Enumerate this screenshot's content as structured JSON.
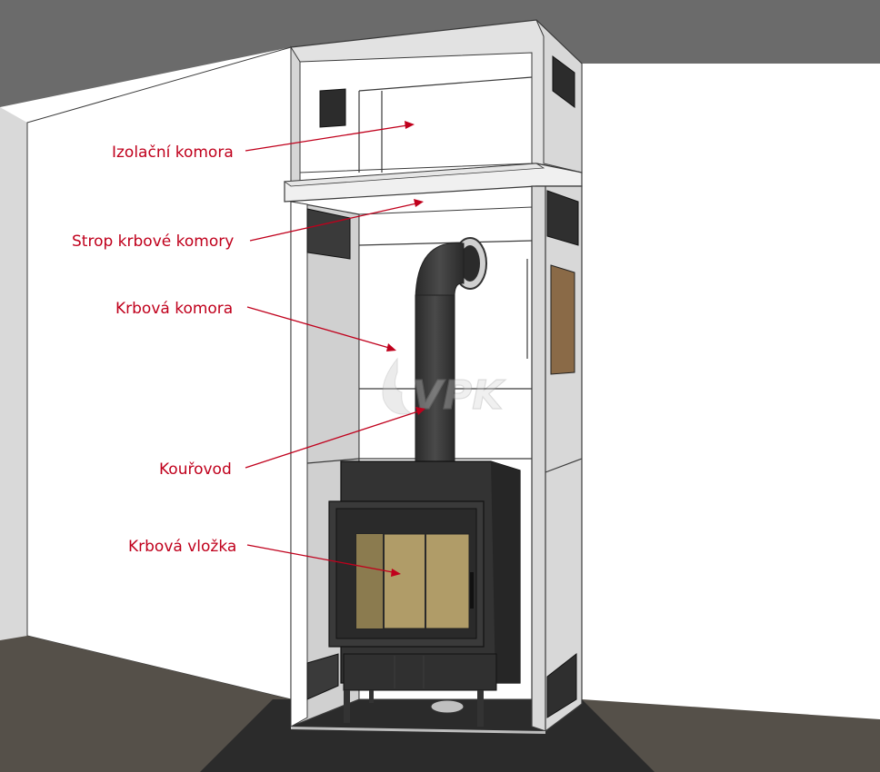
{
  "labels": [
    {
      "id": "izolacni-komora",
      "text": "Izolační komora"
    },
    {
      "id": "strop-krbove-komory",
      "text": "Strop krbové komory"
    },
    {
      "id": "krbova-komora",
      "text": "Krbová komora"
    },
    {
      "id": "kourovod",
      "text": "Kouřovod"
    },
    {
      "id": "krbova-vlozka",
      "text": "Krbová vložka"
    }
  ],
  "watermark": "VPK",
  "colors": {
    "label": "#c0001c",
    "ceiling": "#6b6b6b",
    "wall": "#ffffff",
    "floor": "#555049",
    "hearth": "#2b2b2b",
    "panel": "#d3d3d3",
    "stove": "#2e2e2e",
    "glass": "#b09c68"
  }
}
